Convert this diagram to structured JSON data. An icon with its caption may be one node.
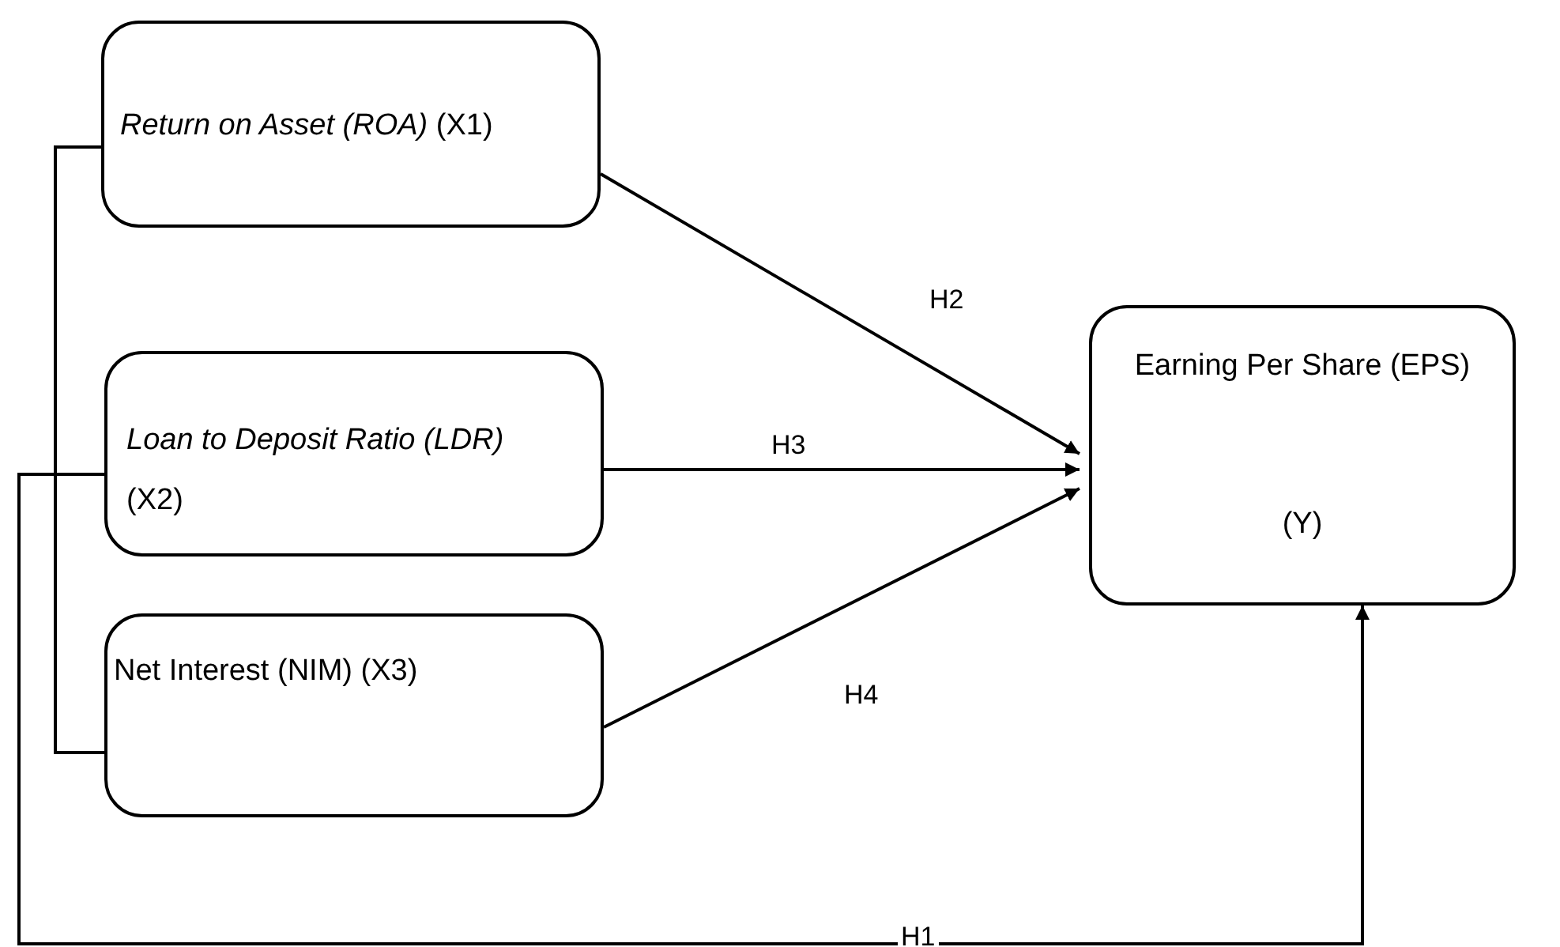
{
  "diagram": {
    "nodes": [
      {
        "text": [
          "*Return on Asset (ROA)* (X1)"
        ]
      },
      {
        "text": [
          "*Loan to Deposit Ratio (LDR)* (X2)"
        ]
      },
      {
        "text": [
          "Net Interest (NIM) (X3)"
        ]
      },
      {
        "text": [
          "Earning Per Share (EPS)",
          "(Y)"
        ]
      }
    ],
    "edges": [
      {
        "from": 0,
        "to": 3,
        "arrow": "to",
        "label": "H2"
      },
      {
        "from": 1,
        "to": 3,
        "arrow": "to",
        "label": "H3"
      },
      {
        "from": 2,
        "to": 3,
        "arrow": "to",
        "label": "H4"
      },
      {
        "from": 1,
        "to": 3,
        "arrow": "to",
        "label": "H1"
      },
      {
        "from": 0,
        "to": 2,
        "arrow": "none"
      }
    ]
  }
}
